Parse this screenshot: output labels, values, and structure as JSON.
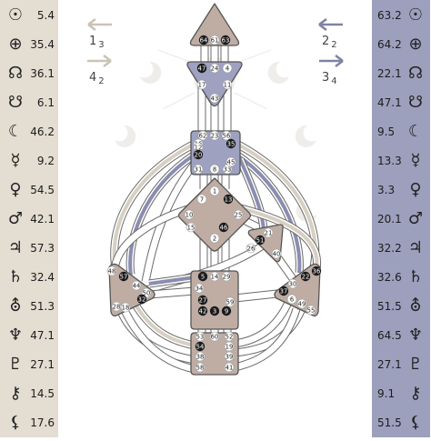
{
  "left_column": [
    {
      "icon": "sun-icon",
      "glyph": "☉",
      "value": "5.4"
    },
    {
      "icon": "earth-icon",
      "glyph": "⊕",
      "value": "35.4"
    },
    {
      "icon": "north-node-icon",
      "glyph": "☊",
      "value": "36.1"
    },
    {
      "icon": "south-node-icon",
      "glyph": "☋",
      "value": "6.1"
    },
    {
      "icon": "moon-icon",
      "glyph": "☾",
      "value": "46.2"
    },
    {
      "icon": "mercury-icon",
      "glyph": "☿",
      "value": "9.2"
    },
    {
      "icon": "venus-icon",
      "glyph": "♀",
      "value": "54.5"
    },
    {
      "icon": "mars-icon",
      "glyph": "♂",
      "value": "42.1"
    },
    {
      "icon": "jupiter-icon",
      "glyph": "♃",
      "value": "57.3"
    },
    {
      "icon": "saturn-icon",
      "glyph": "♄",
      "value": "32.4"
    },
    {
      "icon": "uranus-icon",
      "glyph": "⛢",
      "value": "51.3"
    },
    {
      "icon": "neptune-icon",
      "glyph": "♆",
      "value": "47.1"
    },
    {
      "icon": "pluto-icon",
      "glyph": "♇",
      "value": "27.1"
    },
    {
      "icon": "chiron-icon",
      "glyph": "⚷",
      "value": "14.5"
    },
    {
      "icon": "lilith-icon",
      "glyph": "⚸",
      "value": "17.6"
    }
  ],
  "right_column": [
    {
      "icon": "sun-icon",
      "glyph": "☉",
      "value": "63.2"
    },
    {
      "icon": "earth-icon",
      "glyph": "⊕",
      "value": "64.2"
    },
    {
      "icon": "north-node-icon",
      "glyph": "☊",
      "value": "22.1"
    },
    {
      "icon": "south-node-icon",
      "glyph": "☋",
      "value": "47.1"
    },
    {
      "icon": "moon-icon",
      "glyph": "☾",
      "value": "9.5"
    },
    {
      "icon": "mercury-icon",
      "glyph": "☿",
      "value": "13.3"
    },
    {
      "icon": "venus-icon",
      "glyph": "♀",
      "value": "3.3"
    },
    {
      "icon": "mars-icon",
      "glyph": "♂",
      "value": "20.1"
    },
    {
      "icon": "jupiter-icon",
      "glyph": "♃",
      "value": "32.2"
    },
    {
      "icon": "saturn-icon",
      "glyph": "♄",
      "value": "32.6"
    },
    {
      "icon": "uranus-icon",
      "glyph": "⛢",
      "value": "51.5"
    },
    {
      "icon": "neptune-icon",
      "glyph": "♆",
      "value": "64.5"
    },
    {
      "icon": "pluto-icon",
      "glyph": "♇",
      "value": "27.1"
    },
    {
      "icon": "chiron-icon",
      "glyph": "⚷",
      "value": "9.1"
    },
    {
      "icon": "lilith-icon",
      "glyph": "⚸",
      "value": "51.5"
    }
  ],
  "arrows": {
    "top_left": {
      "main": "1",
      "sub": "3"
    },
    "bottom_left": {
      "main": "4",
      "sub": "2"
    },
    "top_right": {
      "main": "2",
      "sub": "2"
    },
    "bottom_right": {
      "main": "3",
      "sub": "4"
    }
  },
  "colors": {
    "left_panel": "#e3ddd2",
    "right_panel": "#9da0bd",
    "center_fill": "#bfada4",
    "center_fill_alt": "#9ea1bf",
    "channel_active_right": "#8a8db0",
    "channel_active_left": "#d7d0c2",
    "badge": "#1b1b1b"
  },
  "centers": {
    "head": {
      "gates": [
        "64",
        "61",
        "63"
      ]
    },
    "ajna": {
      "gates": [
        "47",
        "24",
        "4",
        "17",
        "11",
        "43"
      ]
    },
    "throat": {
      "gates": [
        "62",
        "23",
        "56",
        "16",
        "35",
        "12",
        "20",
        "45",
        "31",
        "8",
        "33"
      ]
    },
    "g": {
      "gates": [
        "1",
        "13",
        "10",
        "25",
        "15",
        "46",
        "2",
        "7"
      ]
    },
    "ego": {
      "gates": [
        "21",
        "51",
        "26",
        "40"
      ]
    },
    "spleen": {
      "gates": [
        "48",
        "57",
        "44",
        "50",
        "32",
        "28",
        "18"
      ]
    },
    "sacral": {
      "gates": [
        "5",
        "14",
        "29",
        "34",
        "27",
        "59",
        "42",
        "3",
        "9"
      ]
    },
    "solar_plexus": {
      "gates": [
        "36",
        "22",
        "37",
        "6",
        "49",
        "55",
        "30"
      ]
    },
    "root": {
      "gates": [
        "53",
        "60",
        "52",
        "54",
        "19",
        "38",
        "39",
        "58",
        "41"
      ]
    }
  }
}
